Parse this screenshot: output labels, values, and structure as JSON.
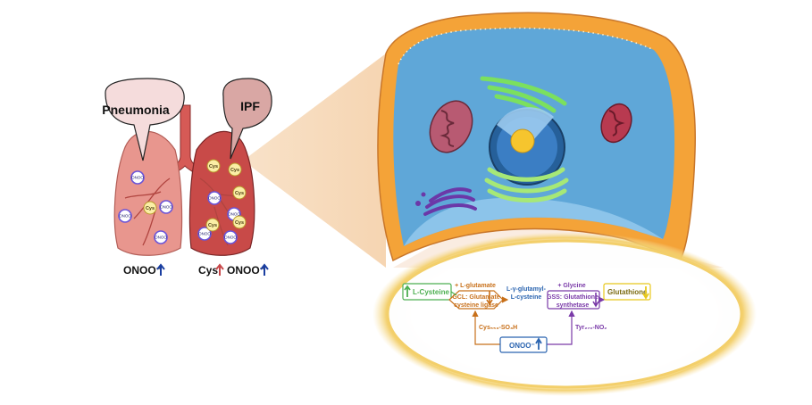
{
  "lungs": {
    "bubble_left": "Pneumonia",
    "bubble_right": "IPF",
    "cys_tag": "Cys",
    "onoo_tag": "ONOO",
    "caption_left": "ONOO⁻",
    "caption_right_cys": "Cys",
    "caption_right_onoo": "ONOO⁻"
  },
  "pathway": {
    "l_cysteine": "L-Cysteine",
    "plus_glutamate": "+ L-glutamate",
    "gcl_line1": "GCL: Glutamate",
    "gcl_line2": "cysteine ligase",
    "intermediate_line1": "L-γ-glutamyl-",
    "intermediate_line2": "L-cysteine",
    "plus_glycine": "+ Glycine",
    "gss_line1": "GSS: Glutathione",
    "gss_line2": "synthetase",
    "glutathione": "Glutathione",
    "cys_mod": "Cys₅₅₃-SO₃H",
    "tyr_mod": "Tyr₂₇₀-NO₂",
    "onoo_box": "ONOO⁻"
  },
  "colors": {
    "lung": "#e8968e",
    "lung_ipf": "#c84a48",
    "trachea": "#d65a56",
    "cell_wall": "#f4a338",
    "cytoplasm": "#5fa7d8",
    "er": "#7be05e",
    "golgi": "#a6e877",
    "nucleus": "#26609a",
    "nucleolus": "#f6c52e",
    "glow": "#f3cf6a",
    "green": "#4caf50",
    "orange": "#c8701a",
    "purple": "#7a3aa8",
    "yellow": "#e8c81c",
    "blue": "#2a64b0",
    "arrow_up_blue": "#1a3ea0",
    "arrow_up_red": "#c8484a"
  }
}
